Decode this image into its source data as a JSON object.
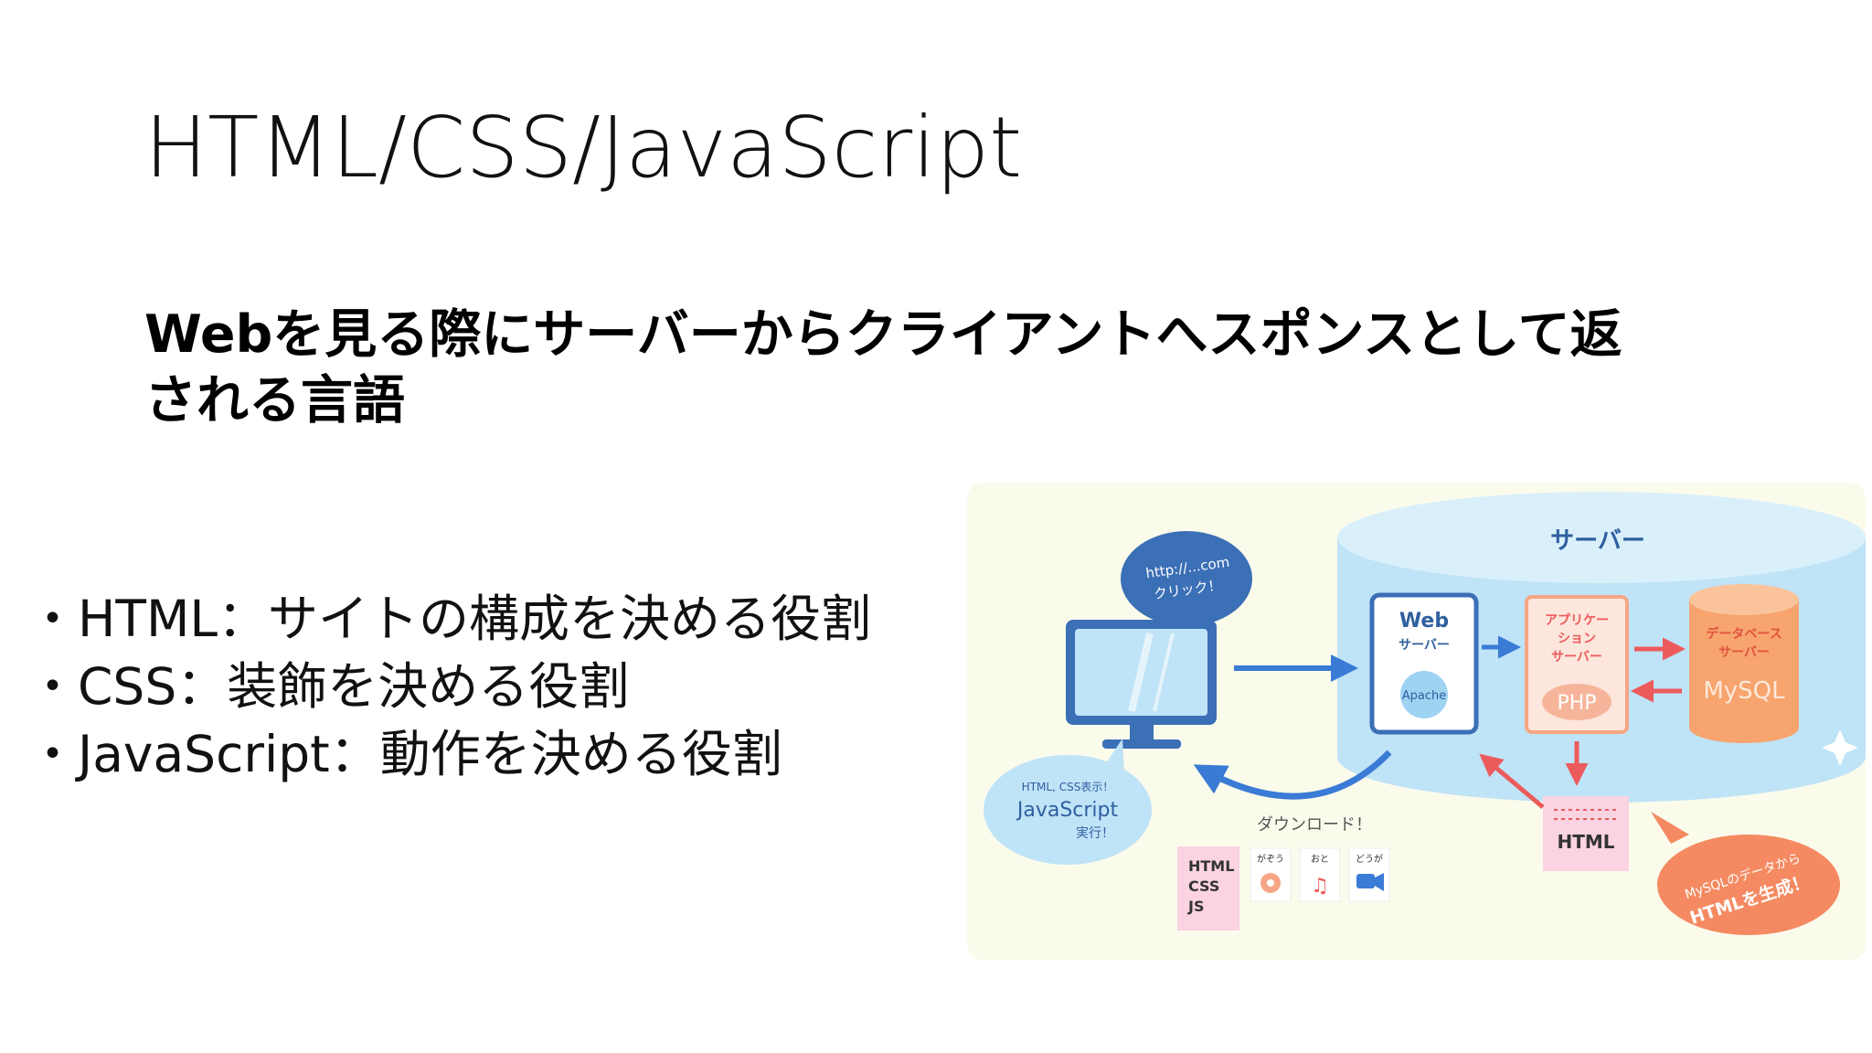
{
  "slide": {
    "title": "HTML/CSS/JavaScript",
    "subtitle_line1": "Webを見る際にサーバーからクライアントへスポンスとして返",
    "subtitle_line2": "される言語",
    "bullets": [
      "・HTML：サイトの構成を決める役割",
      "・CSS：装飾を決める役割",
      "・JavaScript：動作を決める役割"
    ]
  },
  "diagram": {
    "server_title": "サーバー",
    "bubble_click_line1": "http://...com",
    "bubble_click_line2": "クリック！",
    "web_server_title": "Web",
    "web_server_sub": "サーバー",
    "apache_label": "Apache",
    "app_server_line1": "アプリケー",
    "app_server_line2": "ション",
    "app_server_line3": "サーバー",
    "php_label": "PHP",
    "db_line1": "データベース",
    "db_line2": "サーバー",
    "mysql_label": "MySQL",
    "html_doc_label": "HTML",
    "download_label": "ダウンロード！",
    "client_bubble_line1": "HTML, CSS表示！",
    "client_bubble_line2": "JavaScript",
    "client_bubble_line3": "実行！",
    "files_line1": "HTML",
    "files_line2": "CSS",
    "files_line3": "JS",
    "file_image_label": "がぞう",
    "file_sound_label": "おと",
    "file_video_label": "どうが",
    "generate_line1": "MySQLのデータから",
    "generate_line2": "HTMLを生成！",
    "colors": {
      "server_blue": "#bfe3f7",
      "frame_blue": "#3b6fb6",
      "app_orange": "#f6b59a",
      "db_orange": "#f7a46e",
      "arrow_blue": "#3a7bd5",
      "arrow_red": "#ec5b5b",
      "html_pink": "#fbd3e2",
      "bubble_orange": "#f58a62"
    }
  }
}
